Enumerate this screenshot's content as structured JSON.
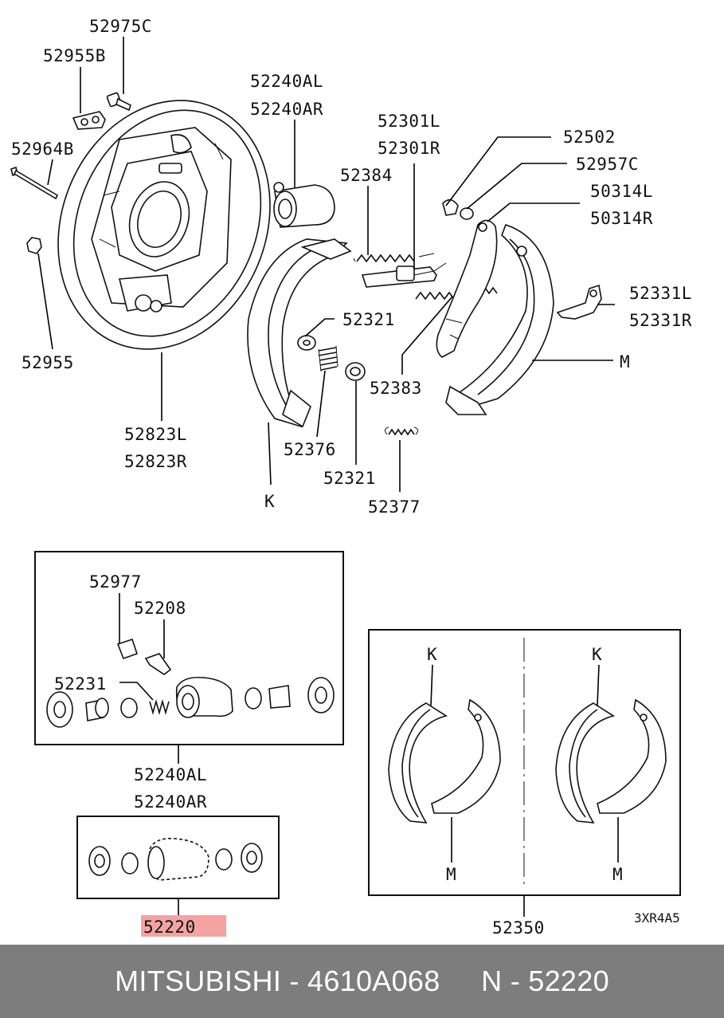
{
  "diagram_labels": {
    "l_52975C": "52975C",
    "l_52955B": "52955B",
    "l_52964B": "52964B",
    "l_52955": "52955",
    "l_52240AL_top": "52240AL",
    "l_52240AR_top": "52240AR",
    "l_52301L": "52301L",
    "l_52301R": "52301R",
    "l_52384": "52384",
    "l_52502": "52502",
    "l_52957C": "52957C",
    "l_50314L": "50314L",
    "l_50314R": "50314R",
    "l_52331L": "52331L",
    "l_52331R": "52331R",
    "l_M_main": "M",
    "l_52321_a": "52321",
    "l_52383": "52383",
    "l_52376": "52376",
    "l_52321_b": "52321",
    "l_52377": "52377",
    "l_K_main": "K",
    "l_52823L": "52823L",
    "l_52823R": "52823R",
    "l_52977": "52977",
    "l_52208": "52208",
    "l_52231": "52231",
    "l_52240AL_mid": "52240AL",
    "l_52240AR_mid": "52240AR",
    "l_52220": "52220",
    "l_K_left": "K",
    "l_K_right": "K",
    "l_M_left": "M",
    "l_M_right": "M",
    "l_52350": "52350",
    "l_code": "3XR4A5"
  },
  "highlight_color": "#f4a3a3",
  "footer": {
    "text": "MITSUBISHI - 4610A068     N - 52220"
  }
}
